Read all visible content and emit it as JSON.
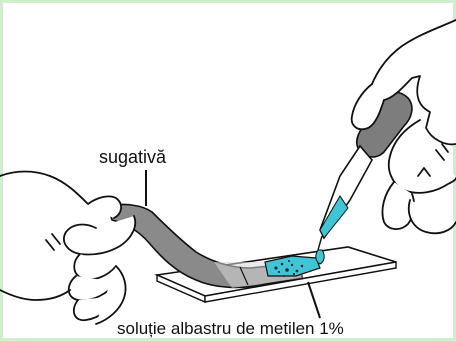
{
  "labels": {
    "blotting_paper": "sugativă",
    "stain_solution": "soluție albastru de metilen 1%"
  },
  "colors": {
    "border": "#cfeecb",
    "ink": "#111111",
    "paper_strip": "#8a8a8a",
    "stain": "#3fc6d6",
    "glove": "#ffffff"
  },
  "icons": {
    "left_hand": "hand-holding-paper",
    "right_hand": "hand-holding-dropper",
    "slide": "microscope-slide",
    "dropper": "pipette"
  }
}
